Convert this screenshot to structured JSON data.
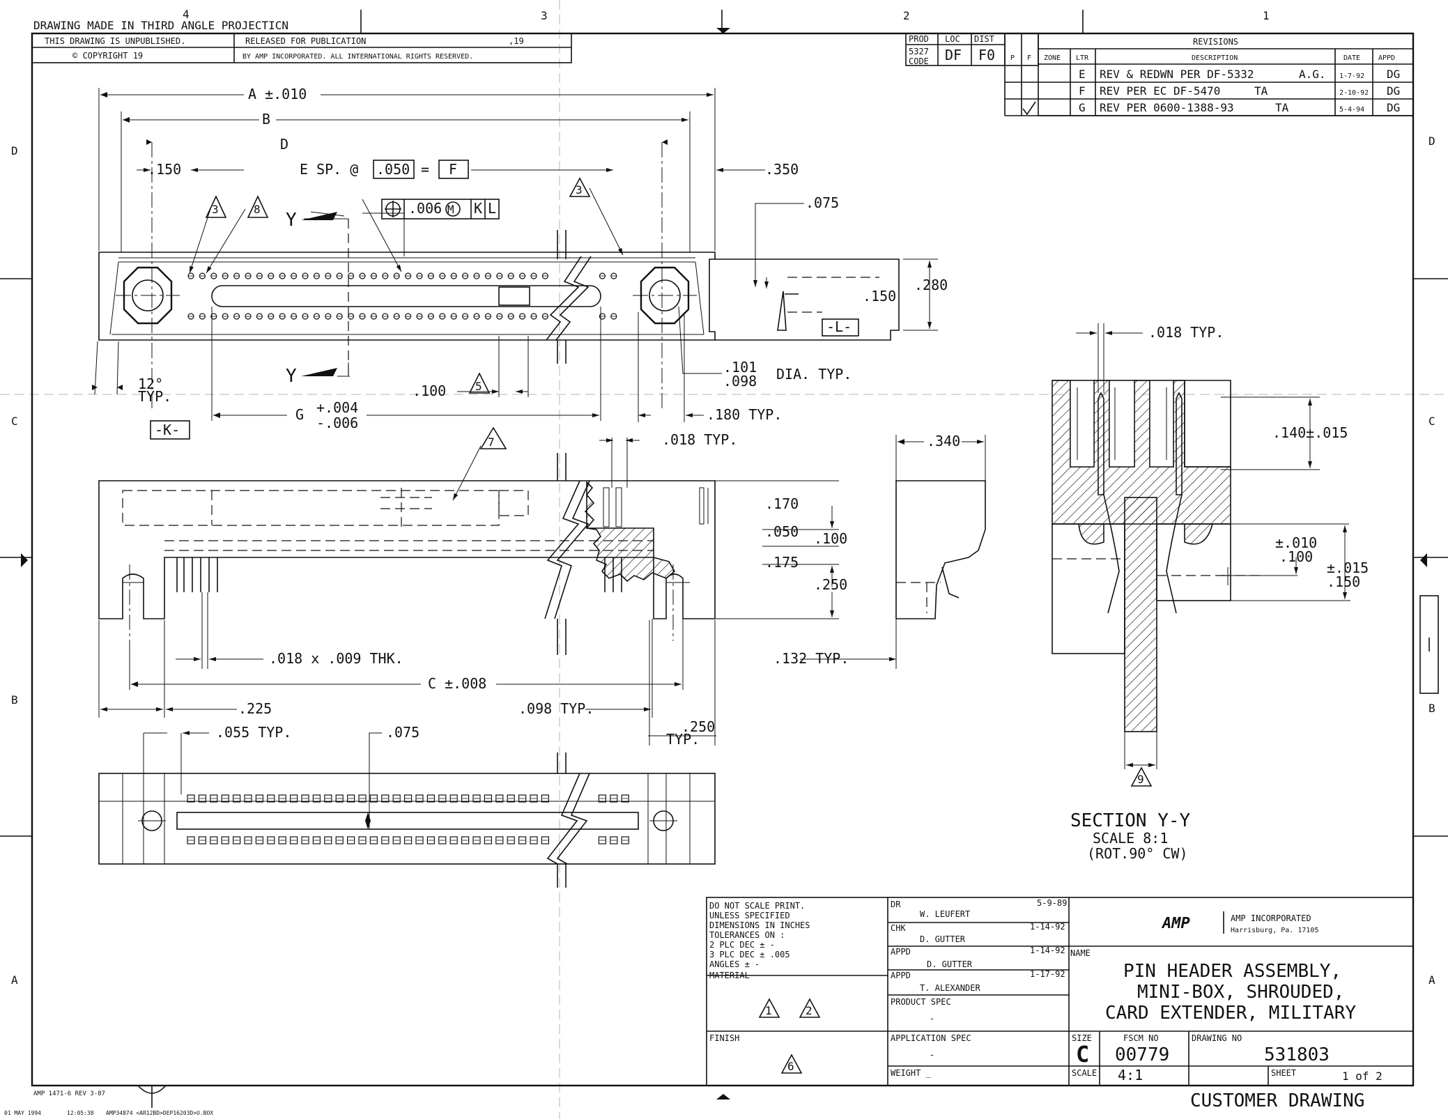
{
  "title_strip": {
    "projection_note": "DRAWING MADE IN THIRD ANGLE PROJECTICN",
    "unpublished": "THIS DRAWING IS UNPUBLISHED.",
    "released": "RELEASED FOR PUBLICATION",
    "released_year": ",19",
    "copyright": "© COPYRIGHT 19",
    "rights": "BY AMP INCORPORATED. ALL INTERNATIONAL RIGHTS RESERVED."
  },
  "zones": {
    "columns": [
      "4",
      "3",
      "2",
      "1"
    ],
    "rows": [
      "D",
      "C",
      "B",
      "A"
    ]
  },
  "prod_block": {
    "headers": [
      "PROD",
      "LOC",
      "DIST",
      "P",
      "F"
    ],
    "prod_code": "5327",
    "code_label": "CODE",
    "loc": "DF",
    "dist": "F0"
  },
  "revisions": {
    "title": "REVISIONS",
    "headers": [
      "ZONE",
      "LTR",
      "DESCRIPTION",
      "DATE",
      "APPD"
    ],
    "rows": [
      {
        "ltr": "E",
        "desc": "REV & REDWN PER DF-5332",
        "by": "A.G.",
        "date": "1-7-92",
        "appd": "DG"
      },
      {
        "ltr": "F",
        "desc": "REV PER EC DF-5470",
        "by": "TA",
        "date": "2-10-92",
        "appd": "DG"
      },
      {
        "ltr": "G",
        "desc": "REV PER 0600-1388-93",
        "by": "TA",
        "date": "5-4-94",
        "appd": "DG"
      }
    ]
  },
  "dimensions": {
    "a": "A ±.010",
    "b": "B",
    "d": "D",
    "pitch_left": ".150",
    "e_sp": "E SP. @",
    "e_val": ".050",
    "e_eq": "=",
    "e_f": "F",
    "d350": ".350",
    "d075": ".075",
    "tol_pos": ".006",
    "tol_m": "M",
    "tol_k": "K",
    "tol_l": "L",
    "d280": ".280",
    "d150": ".150",
    "datum_l": "-L-",
    "y_label": "Y",
    "angle": "12°",
    "angle_typ": "TYP.",
    "datum_k": "-K-",
    "d100": ".100",
    "dia1": ".101",
    "dia2": ".098",
    "dia_typ": "DIA. TYP.",
    "g_label": "G",
    "g_plus": "+.004",
    "g_minus": "-.006",
    "d180": ".180 TYP.",
    "d018_typ": ".018 TYP.",
    "d340": ".340",
    "d170": ".170",
    "d050": ".050",
    "d100b": ".100",
    "d175": ".175",
    "d250": ".250",
    "pin_thk": ".018 x .009 THK.",
    "c_label": "C ±.008",
    "d132": ".132 TYP.",
    "d225": ".225",
    "d098": ".098 TYP.",
    "d250typ": ".250",
    "d250typ_b": "TYP.",
    "d055": ".055 TYP.",
    "d075b": ".075",
    "sec_018": ".018 TYP.",
    "sec_140": ".140±.015",
    "sec_010": "±.010",
    "sec_100": ".100",
    "sec_015": "±.015",
    "sec_150": ".150"
  },
  "notes": [
    "3",
    "8",
    "3",
    "5",
    "7",
    "9",
    "1",
    "2",
    "6"
  ],
  "section": {
    "title": "SECTION Y-Y",
    "scale": "SCALE 8:1",
    "rotation": "(ROT.90° CW)"
  },
  "tolerance_block": {
    "lines": [
      "DO NOT SCALE PRINT.",
      "UNLESS SPECIFIED",
      "DIMENSIONS IN INCHES",
      "TOLERANCES ON :",
      "2 PLC DEC ± -",
      "3 PLC DEC ± .005",
      "ANGLES ± -"
    ],
    "material": "MATERIAL",
    "finish": "FINISH"
  },
  "signatures": [
    {
      "role": "DR",
      "name": "W. LEUFERT",
      "date": "5-9-89"
    },
    {
      "role": "CHK",
      "name": "D. GUTTER",
      "date": "1-14-92"
    },
    {
      "role": "APPD",
      "name": "D. GUTTER",
      "date": "1-14-92"
    },
    {
      "role": "APPD",
      "name": "T. ALEXANDER",
      "date": "1-17-92"
    }
  ],
  "specs": {
    "product_spec": "PRODUCT SPEC",
    "product_val": "-",
    "application_spec": "APPLICATION SPEC",
    "application_val": "-",
    "weight": "WEIGHT _"
  },
  "company": {
    "logo": "AMP",
    "name": "AMP INCORPORATED",
    "city": "Harrisburg, Pa. 17105"
  },
  "title_block": {
    "name_label": "NAME",
    "name_lines": [
      "PIN HEADER ASSEMBLY,",
      "MINI-BOX, SHROUDED,",
      "CARD EXTENDER, MILITARY"
    ],
    "size_label": "SIZE",
    "size": "C",
    "fscm_label": "FSCM NO",
    "fscm": "00779",
    "drawing_no_label": "DRAWING NO",
    "drawing_no": "531803",
    "scale_label": "SCALE",
    "scale": "4:1",
    "sheet_label": "SHEET",
    "sheet": "1 of 2",
    "customer": "CUSTOMER DRAWING"
  },
  "footer": {
    "form": "AMP 1471-6 REV 3-87",
    "stamp_date": "01 MAY 1994",
    "stamp_time": "12:05:38",
    "stamp_file": "AMP34874 <AR12BD>DEP16203D>U.BOX"
  }
}
